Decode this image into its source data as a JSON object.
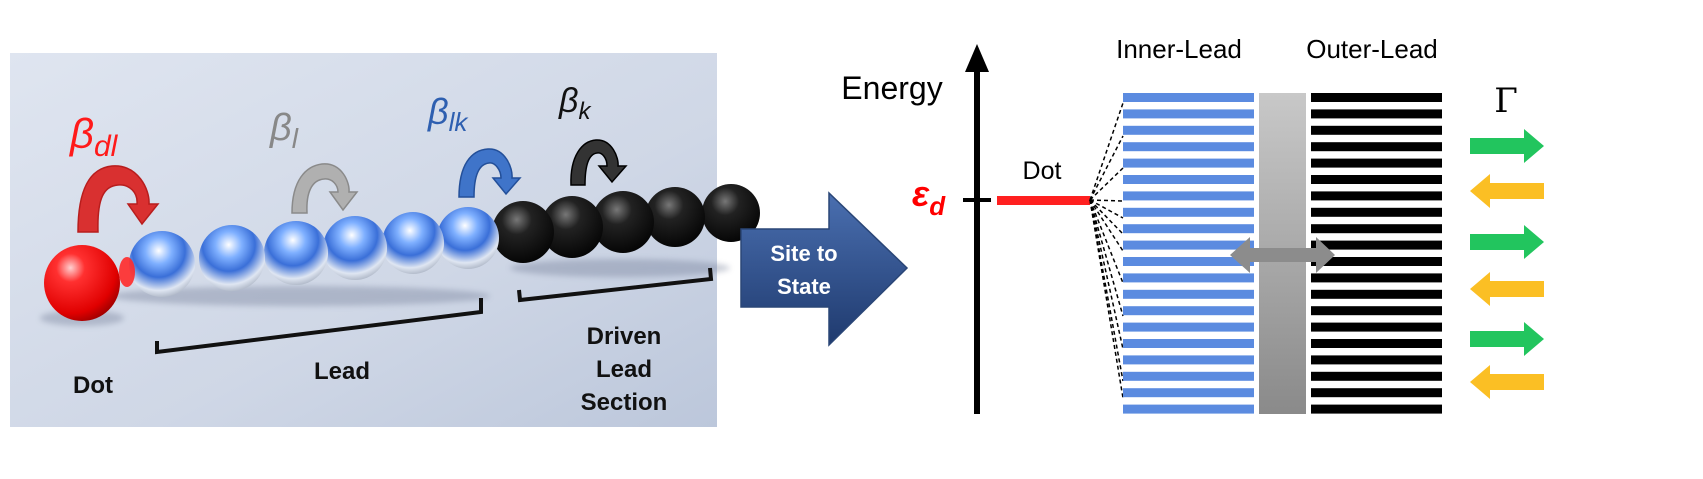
{
  "left_panel": {
    "coupling_labels": {
      "dot_lead": {
        "base": "β",
        "sub": "dl"
      },
      "lead": {
        "base": "β",
        "sub": "l"
      },
      "lead_driven": {
        "base": "β",
        "sub": "lk"
      },
      "driven": {
        "base": "β",
        "sub": "k"
      }
    },
    "region_labels": {
      "dot": "Dot",
      "lead": "Lead",
      "driven_line1": "Driven",
      "driven_line2": "Lead",
      "driven_line3": "Section"
    },
    "colors": {
      "dot": "#ff1a1a",
      "dot_arrow": "#d93030",
      "lead_arrow": "#a6a6a6",
      "lead_driven_arrow": "#2e5fb0",
      "driven_arrow": "#222222",
      "lead_sphere_glow": "#4f8df5",
      "driven_sphere": "#111111",
      "panel_background": "#cdd6e6"
    }
  },
  "transition_arrow": {
    "line1": "Site to",
    "line2": "State",
    "color": "#2f4f86"
  },
  "right_panel": {
    "axis_label": "Energy",
    "dot_label": "Dot",
    "dot_energy": {
      "base": "ε",
      "sub": "d"
    },
    "inner_lead_label": "Inner-Lead",
    "outer_lead_label": "Outer-Lead",
    "gamma_label": "Γ",
    "colors": {
      "dot_level": "#ff2020",
      "inner_levels": "#5b8be0",
      "outer_levels": "#000000",
      "arrow_out": "#22c55e",
      "arrow_in": "#fbbf24",
      "dot_energy_label": "#ff0000"
    }
  }
}
